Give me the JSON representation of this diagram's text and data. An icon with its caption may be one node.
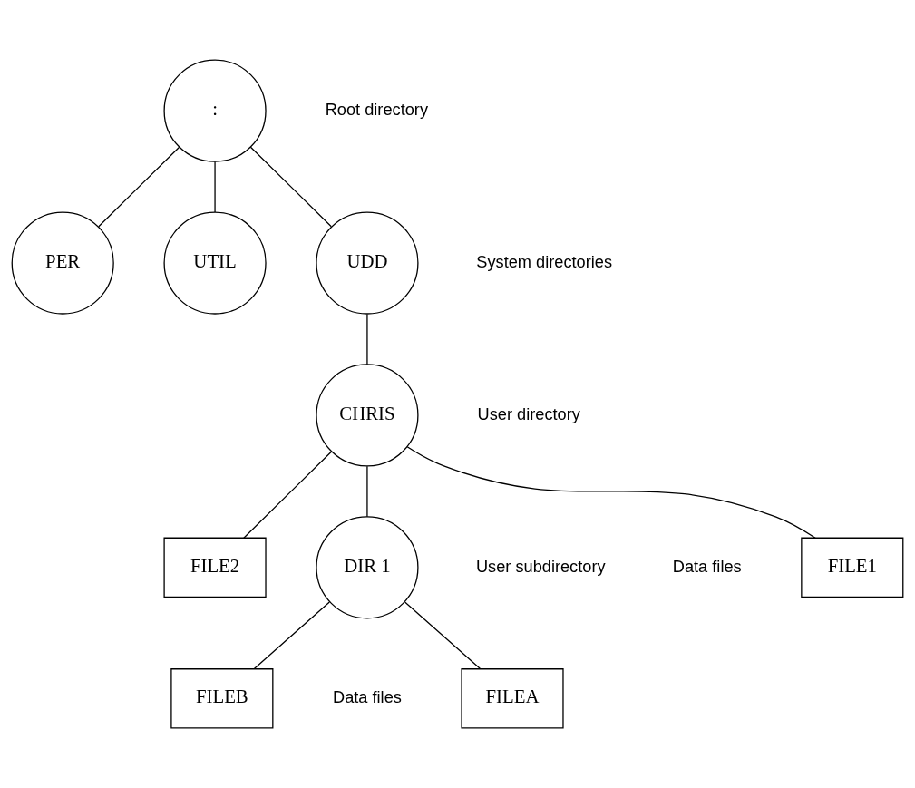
{
  "diagram": {
    "nodes": [
      {
        "text": [
          ":"
        ],
        "beside": [
          "Root directory"
        ]
      },
      {
        "text": [
          "PER"
        ]
      },
      {
        "text": [
          "UTIL"
        ]
      },
      {
        "text": [
          "UDD"
        ]
      },
      {
        "text": [
          "CHRIS"
        ],
        "beside": [
          "User directory"
        ]
      },
      {
        "text": [
          "FILE1"
        ]
      },
      {
        "text": [
          "FILE2"
        ]
      },
      {
        "text": [
          "DIR 1"
        ],
        "beside": [
          "User subdirectory"
        ]
      },
      {
        "text": [
          "FILEA"
        ]
      },
      {
        "text": [
          "FILEB"
        ]
      }
    ],
    "edges": [
      {
        "from": 0,
        "to": 1,
        "arrow": "none"
      },
      {
        "from": 0,
        "to": 2,
        "arrow": "none"
      },
      {
        "from": 0,
        "to": 3,
        "arrow": "none"
      },
      {
        "from": 3,
        "to": 4,
        "arrow": "none"
      },
      {
        "from": 4,
        "to": 5,
        "arrow": "none"
      },
      {
        "from": 4,
        "to": 6,
        "arrow": "none"
      },
      {
        "from": 4,
        "to": 7,
        "arrow": "none"
      },
      {
        "from": 7,
        "to": 8,
        "arrow": "none"
      },
      {
        "from": 7,
        "to": 9,
        "arrow": "none"
      }
    ],
    "labels": [
      "System directories",
      "Data files",
      "Data files"
    ]
  }
}
